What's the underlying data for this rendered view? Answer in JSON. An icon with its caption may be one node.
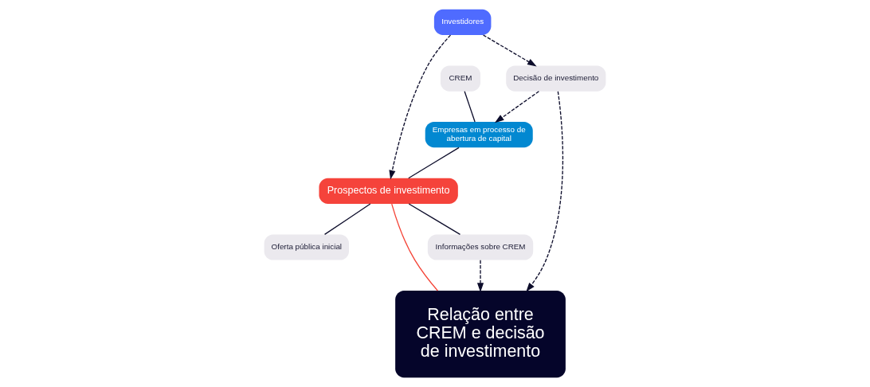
{
  "diagram": {
    "nodes": [
      {
        "text": [
          "CREM"
        ]
      },
      {
        "text": [
          "Decisão de investimento"
        ]
      },
      {
        "text": [
          "Investidores"
        ]
      },
      {
        "text": [
          "Empresas em processo de abertura de capital"
        ]
      },
      {
        "text": [
          "Prospectos de investimento"
        ]
      },
      {
        "text": [
          "Oferta pública inicial"
        ]
      },
      {
        "text": [
          "Relação entre CREM e decisão de investimento"
        ]
      },
      {
        "text": [
          "Informações sobre CREM"
        ]
      }
    ],
    "edges": [
      {
        "from": 0,
        "to": 3,
        "arrow": "none"
      },
      {
        "from": 1,
        "to": 3,
        "arrow": "to",
        "style": "dashed"
      },
      {
        "from": 2,
        "to": 1,
        "arrow": "to",
        "style": "dashed"
      },
      {
        "from": 1,
        "to": 6,
        "arrow": "to",
        "style": "dashed"
      },
      {
        "from": 2,
        "to": 4,
        "arrow": "to",
        "style": "dashed"
      },
      {
        "from": 3,
        "to": 4,
        "arrow": "none"
      },
      {
        "from": 6,
        "to": 4,
        "arrow": "none",
        "color": "#f44336"
      },
      {
        "from": 4,
        "to": 5,
        "arrow": "none"
      },
      {
        "from": 4,
        "to": 7,
        "arrow": "none"
      },
      {
        "from": 7,
        "to": 6,
        "arrow": "to",
        "style": "dashed"
      }
    ]
  }
}
